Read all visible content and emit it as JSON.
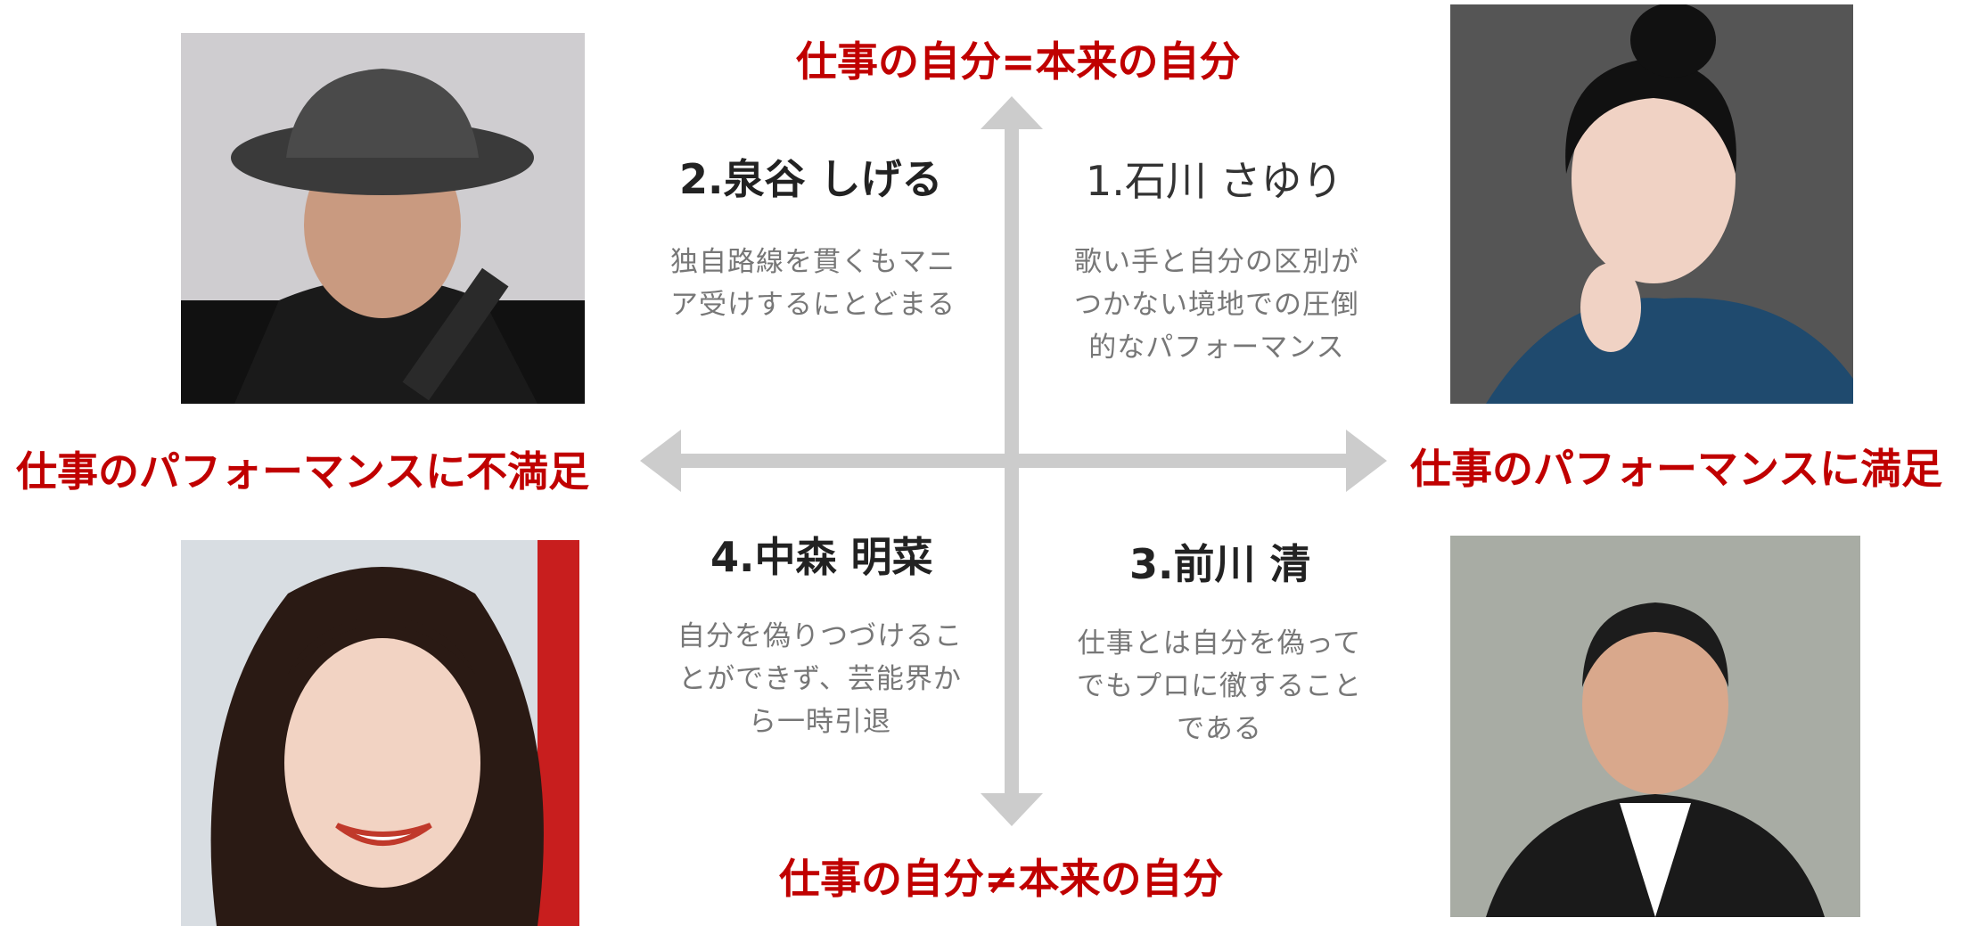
{
  "axis_labels": {
    "top": "仕事の自分=本来の自分",
    "bottom": "仕事の自分≠本来の自分",
    "left": "仕事のパフォーマンスに不満足",
    "right": "仕事のパフォーマンスに満足"
  },
  "quadrants": [
    {
      "id": "q1",
      "name": "1.石川 さゆり",
      "lines": [
        "歌い手と自分の区別が",
        "つかない境地での圧倒",
        "的なパフォーマンス"
      ]
    },
    {
      "id": "q2",
      "name": "2.泉谷 しげる",
      "lines": [
        "独自路線を貫くもマニ",
        "ア受けするにとどまる"
      ]
    },
    {
      "id": "q3",
      "name": "3.前川 清",
      "lines": [
        "仕事とは自分を偽って",
        "でもプロに徹すること",
        "である"
      ]
    },
    {
      "id": "q4",
      "name": "4.中森 明菜",
      "lines": [
        "自分を偽りつづけるこ",
        "とができず、芸能界か",
        "ら一時引退"
      ]
    }
  ],
  "colors": {
    "axis_label": "#c00000",
    "arrow": "#cccccc"
  }
}
